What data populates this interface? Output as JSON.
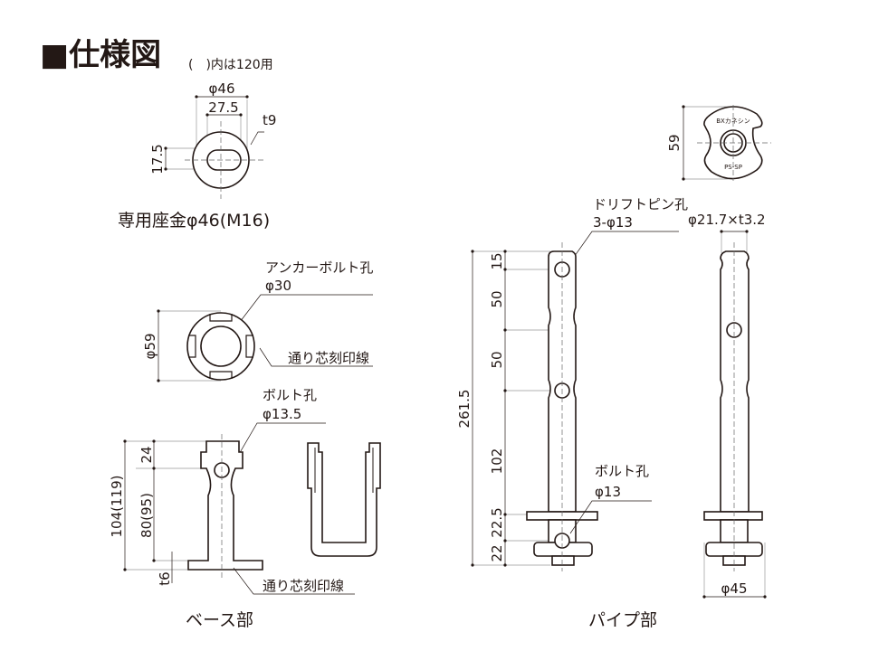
{
  "title": {
    "main": "■仕様図",
    "note": "(　)内は120用"
  },
  "washer": {
    "caption": "専用座金φ46(M16)",
    "dim_outer": "φ46",
    "dim_slot_width": "27.5",
    "dim_thickness": "t9",
    "dim_slot_height": "17.5"
  },
  "anchor_ring": {
    "label_hole": "アンカーボルト孔",
    "label_hole_dia": "φ30",
    "dim_outer": "φ59",
    "label_mark": "通り芯刻印線"
  },
  "base_part": {
    "caption": "ベース部",
    "label_bolt_hole": "ボルト孔",
    "label_bolt_dia": "φ13.5",
    "dim_top": "24",
    "dim_mid": "80(95)",
    "dim_total": "104(119)",
    "dim_thickness": "t6",
    "label_mark": "通り芯刻印線"
  },
  "pipe_part": {
    "caption": "パイプ部",
    "label_pin_hole": "ドリフトピン孔",
    "label_pin_dia": "3-φ13",
    "label_pipe_spec": "φ21.7×t3.2",
    "label_bolt_hole": "ボルト孔",
    "label_bolt_dia": "φ13",
    "dim_total": "261.5",
    "dims": [
      "15",
      "50",
      "50",
      "102",
      "22.5",
      "22"
    ],
    "dim_plate": "59",
    "dim_base": "φ45",
    "plate_mark_top": "BXカネシン",
    "plate_mark_bottom": "PS-SP"
  }
}
